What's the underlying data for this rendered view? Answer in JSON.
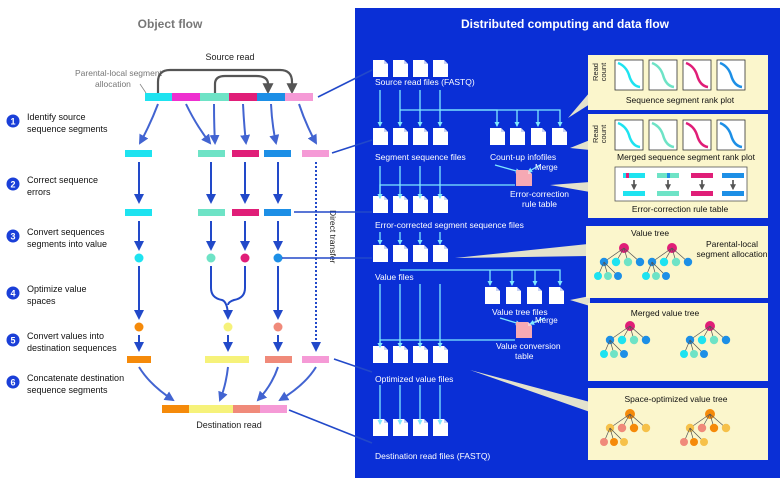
{
  "left_panel": {
    "title": "Object flow",
    "source_read": "Source read",
    "parental_local_label_1": "Parental-local segment",
    "parental_local_label_2": "allocation",
    "destination_read": "Destination read",
    "direct_transfer": "Direct transfer",
    "steps": [
      {
        "num": "1",
        "line1": "Identify source",
        "line2": "sequence segments"
      },
      {
        "num": "2",
        "line1": "Correct sequence",
        "line2": "errors"
      },
      {
        "num": "3",
        "line1": "Convert sequences",
        "line2": "segments into value"
      },
      {
        "num": "4",
        "line1": "Optimize value",
        "line2": "spaces"
      },
      {
        "num": "5",
        "line1": "Convert values into",
        "line2": "destination sequences"
      },
      {
        "num": "6",
        "line1": "Concatenate destination",
        "line2": "sequence segments"
      }
    ]
  },
  "right_panel": {
    "title": "Distributed computing and data flow",
    "files": {
      "source": "Source read files (FASTQ)",
      "segment": "Segment sequence files",
      "countup": "Count-up infofiles",
      "merge1": "Merge",
      "error_rule_1": "Error-correction",
      "error_rule_2": "rule table",
      "corrected": "Error-corrected segment sequence files",
      "value": "Value files",
      "value_tree": "Value tree files",
      "merge2": "Merge",
      "value_conv_1": "Value conversion",
      "value_conv_2": "table",
      "optimized": "Optimized value files",
      "destination": "Destination read files (FASTQ)"
    },
    "callouts": {
      "read_count_1": "Read",
      "read_count_2": "count",
      "rank_plot": "Sequence segment rank plot",
      "merged_rank_plot": "Merged sequence segment rank plot",
      "error_table": "Error-correction rule table",
      "value_tree": "Value tree",
      "parental_local_1": "Parental-local",
      "parental_local_2": "segment allocation",
      "merged_value_tree": "Merged value tree",
      "space_optimized_tree": "Space-optimized value tree"
    }
  },
  "colors": {
    "blue_panel": "#0a2fd6",
    "arrow_blue": "#2249c9",
    "cyan": "#1ee3f0",
    "magenta": "#ee2fcf",
    "mint": "#6ee3c6",
    "crimson": "#e01e78",
    "sky": "#1d8fe6",
    "pink": "#f59ad6",
    "orange": "#f58a0a",
    "yellow": "#f6f27a",
    "salmon": "#f08a7a",
    "callout_bg": "#fbf6cc"
  }
}
